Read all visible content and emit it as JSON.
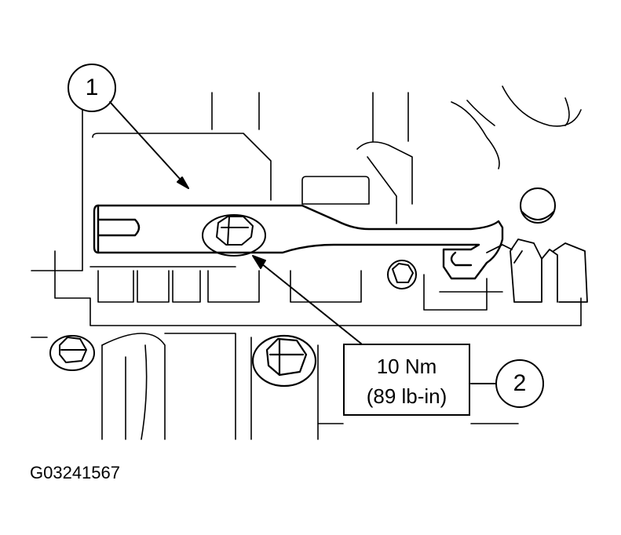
{
  "callouts": [
    {
      "number": "1"
    },
    {
      "number": "2"
    }
  ],
  "torque_spec": {
    "metric": "10 Nm",
    "imperial": "(89 lb-in)"
  },
  "figure_id": "G03241567",
  "colors": {
    "ink": "#000000",
    "background": "#ffffff"
  }
}
